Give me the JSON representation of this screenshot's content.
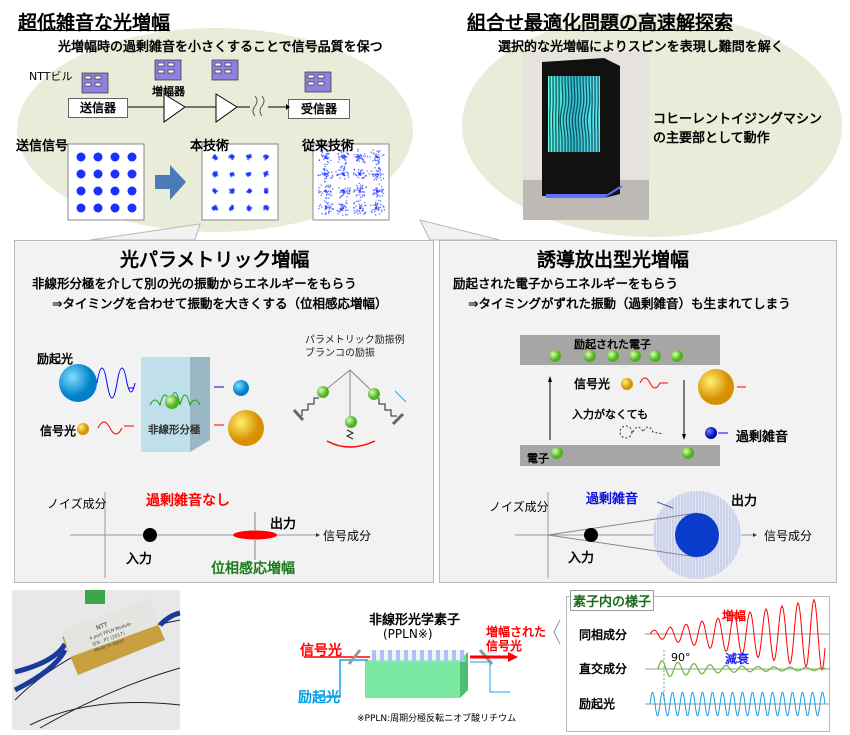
{
  "top_left": {
    "title": "超低雑音な光増幅",
    "subtitle": "光増幅時の過剰雑音を小さくすることで信号品質を保つ",
    "ntt_building_label": "NTTビル",
    "amplifier_label": "増幅器",
    "transmitter": "送信器",
    "receiver": "受信器",
    "sent_signal": "送信信号",
    "this_technology": "本技術",
    "conventional_technology": "従来技術"
  },
  "top_right": {
    "title": "組合せ最適化問題の高速解探索",
    "subtitle": "選択的な光増幅によりスピンを表現し難問を解く",
    "caption_line1": "コヒーレントイジングマシン",
    "caption_line2": "の主要部として動作"
  },
  "left_panel": {
    "title": "光パラメトリック増幅",
    "line1": "非線形分極を介して別の光の振動からエネルギーをもらう",
    "line2": "⇒タイミングを合わせて振動を大きくする（位相感応増幅）",
    "pump_light": "励起光",
    "signal_light": "信号光",
    "nonlinear_polarization": "非線形分極",
    "example_line1": "パラメトリック励振例",
    "example_line2": "ブランコの励振",
    "noise_axis": "ノイズ成分",
    "signal_axis": "信号成分",
    "no_excess_noise": "過剰雑音なし",
    "output": "出力",
    "input": "入力",
    "phase_sensitive": "位相感応増幅"
  },
  "right_panel": {
    "title": "誘導放出型光増幅",
    "line1": "励起された電子からエネルギーをもらう",
    "line2": "⇒タイミングがずれた振動（過剰雑音）も生まれてしまう",
    "excited_electrons": "励起された電子",
    "signal_light": "信号光",
    "even_without_input": "入力がなくても",
    "excess_noise": "過剰雑音",
    "electron": "電子",
    "noise_axis": "ノイズ成分",
    "signal_axis": "信号成分",
    "excess_noise_plot": "過剰雑音",
    "output": "出力",
    "input": "入力"
  },
  "bottom": {
    "module_label": {
      "brand": "NTT",
      "l1": "4 port PPLN Module",
      "l2": "S/N : P2 (2017)",
      "l3": "Made in Japan"
    },
    "element_title": "非線形光学素子",
    "element_sub": "(PPLN※)",
    "signal_in": "信号光",
    "pump_in": "励起光",
    "amplified_out_1": "増幅された",
    "amplified_out_2": "信号光",
    "footnote": "※PPLN:周期分極反転ニオブ酸リチウム",
    "inside_title": "素子内の様子",
    "in_phase": "同相成分",
    "quadrature": "直交成分",
    "pump": "励起光",
    "amplify": "増幅",
    "attenuate": "減衰",
    "angle": "90°"
  },
  "colors": {
    "ellipse": "#e9ecd9",
    "red": "#ff0000",
    "blue": "#0000ff",
    "green": "#1a7a1a",
    "cyan": "#00a0e9",
    "panel": "#f2f2f2"
  }
}
